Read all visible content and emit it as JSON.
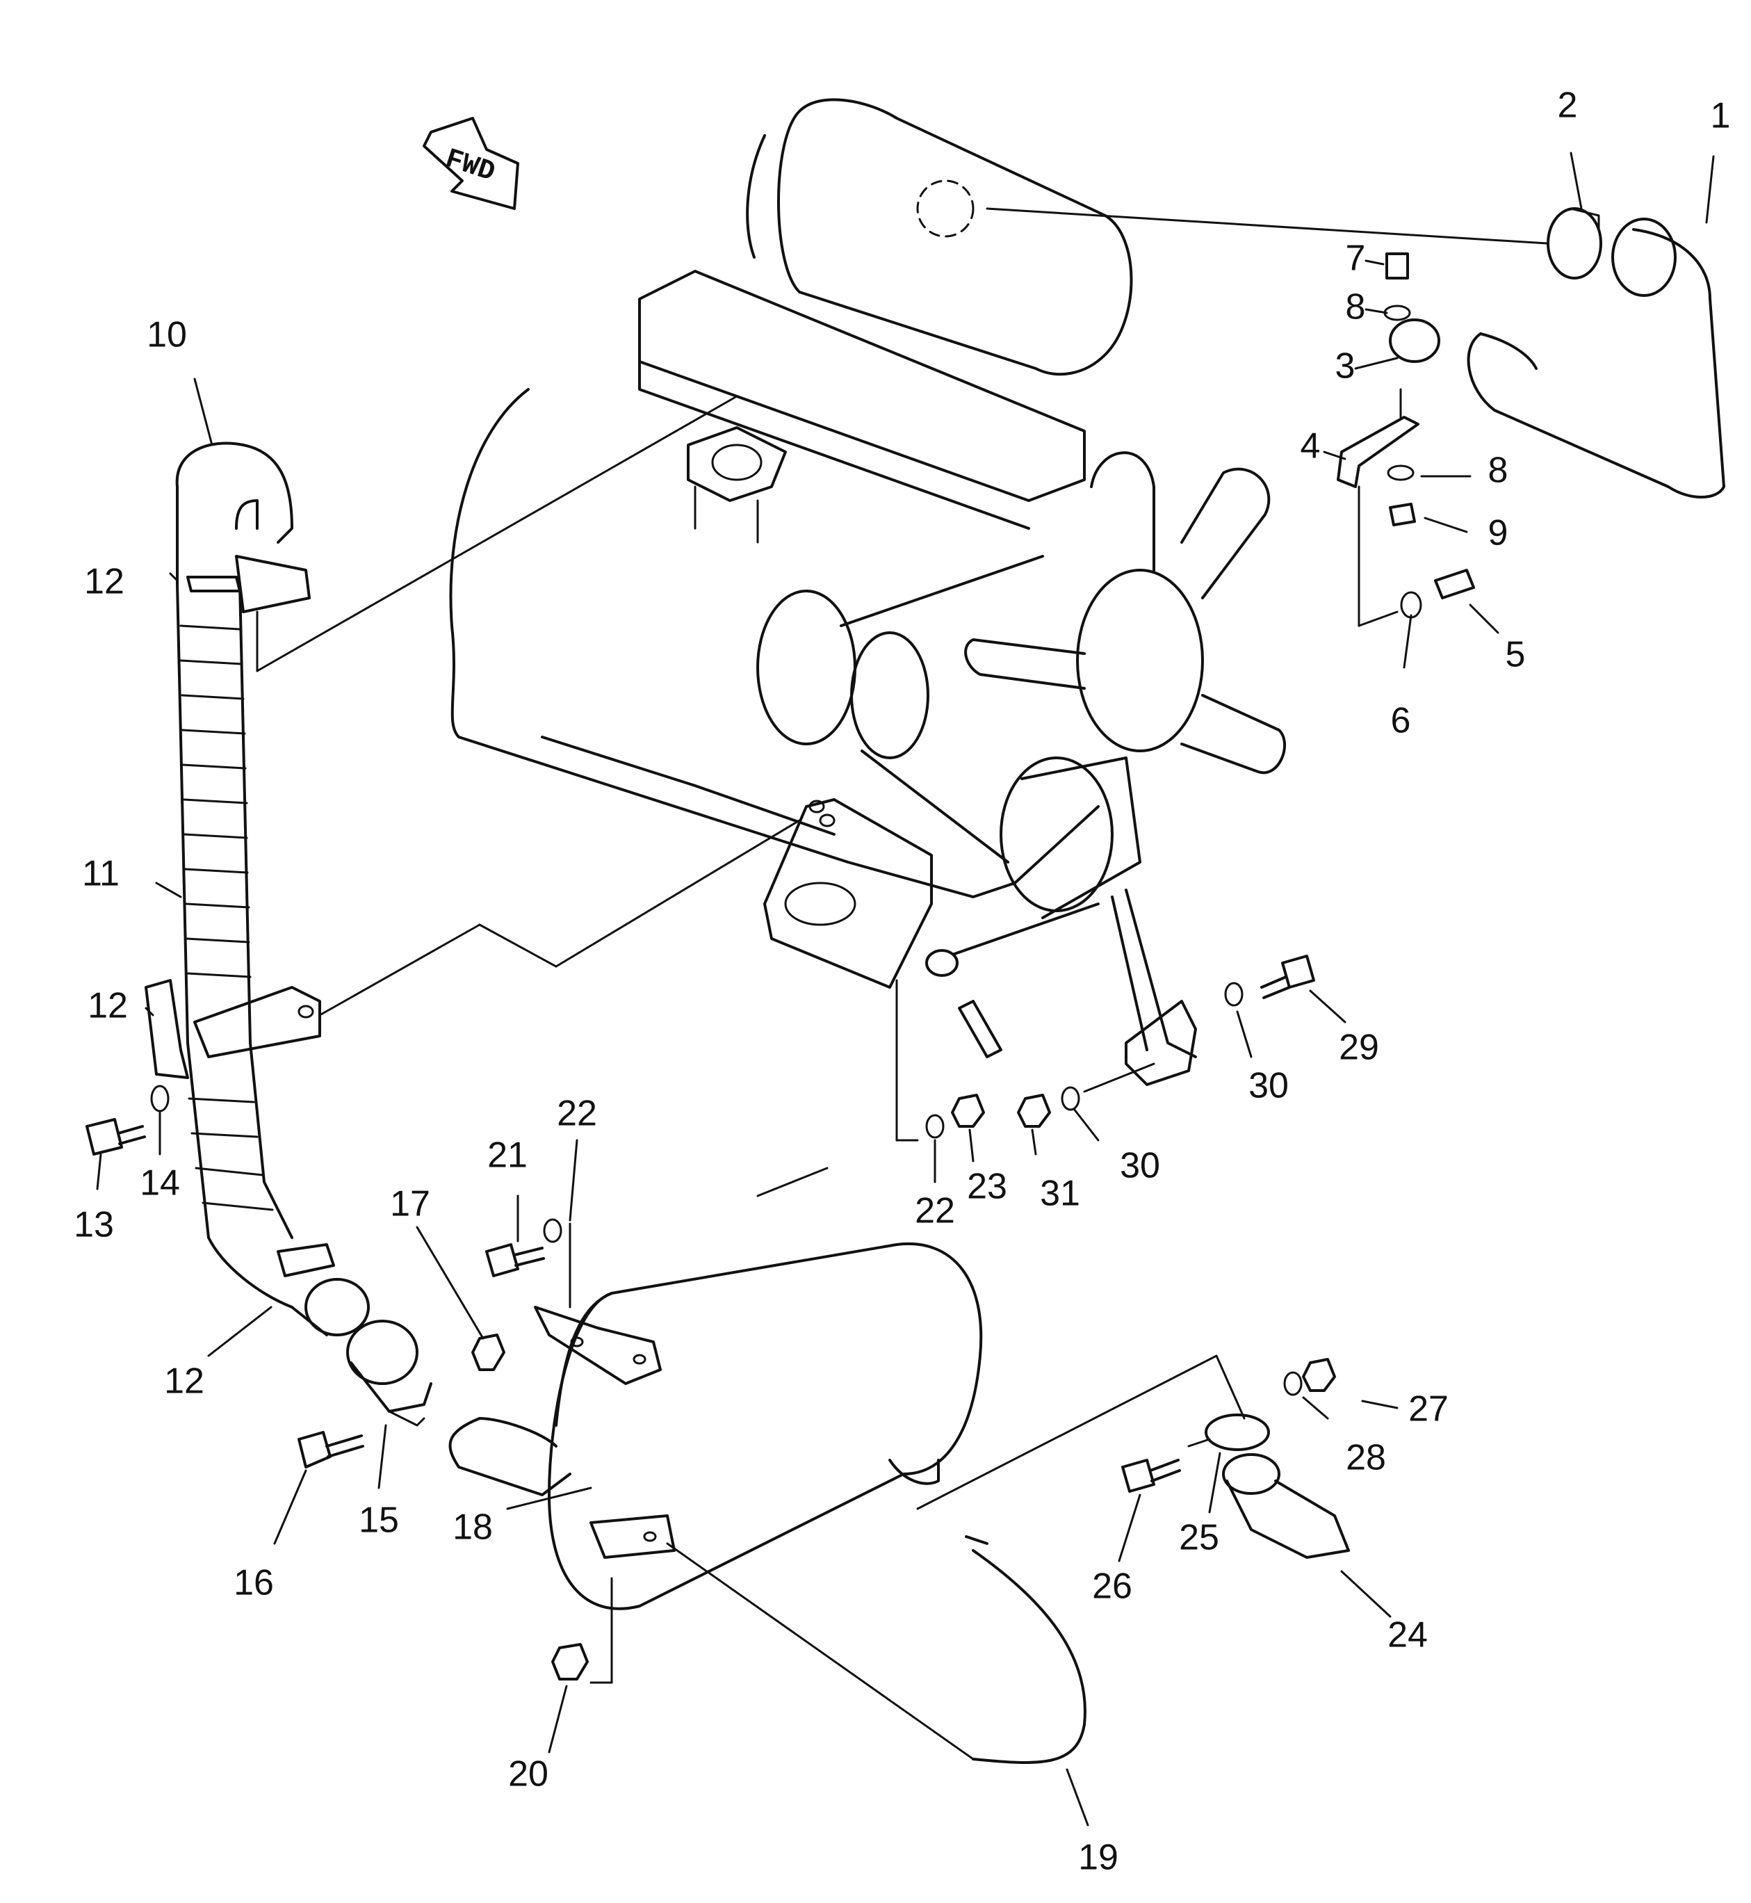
{
  "diagram": {
    "fwd_label": "FWD",
    "callouts": [
      {
        "id": "c1",
        "text": "1"
      },
      {
        "id": "c2",
        "text": "2"
      },
      {
        "id": "c3",
        "text": "3"
      },
      {
        "id": "c4",
        "text": "4"
      },
      {
        "id": "c5",
        "text": "5"
      },
      {
        "id": "c6",
        "text": "6"
      },
      {
        "id": "c7",
        "text": "7"
      },
      {
        "id": "c8a",
        "text": "8"
      },
      {
        "id": "c8b",
        "text": "8"
      },
      {
        "id": "c9",
        "text": "9"
      },
      {
        "id": "c10",
        "text": "10"
      },
      {
        "id": "c11",
        "text": "11"
      },
      {
        "id": "c12a",
        "text": "12"
      },
      {
        "id": "c12b",
        "text": "12"
      },
      {
        "id": "c12c",
        "text": "12"
      },
      {
        "id": "c13",
        "text": "13"
      },
      {
        "id": "c14",
        "text": "14"
      },
      {
        "id": "c15",
        "text": "15"
      },
      {
        "id": "c16",
        "text": "16"
      },
      {
        "id": "c17",
        "text": "17"
      },
      {
        "id": "c18",
        "text": "18"
      },
      {
        "id": "c19",
        "text": "19"
      },
      {
        "id": "c20",
        "text": "20"
      },
      {
        "id": "c21",
        "text": "21"
      },
      {
        "id": "c22a",
        "text": "22"
      },
      {
        "id": "c22b",
        "text": "22"
      },
      {
        "id": "c23",
        "text": "23"
      },
      {
        "id": "c24",
        "text": "24"
      },
      {
        "id": "c25",
        "text": "25"
      },
      {
        "id": "c26",
        "text": "26"
      },
      {
        "id": "c27",
        "text": "27"
      },
      {
        "id": "c28",
        "text": "28"
      },
      {
        "id": "c29",
        "text": "29"
      },
      {
        "id": "c30a",
        "text": "30"
      },
      {
        "id": "c30b",
        "text": "30"
      },
      {
        "id": "c31",
        "text": "31"
      }
    ]
  }
}
